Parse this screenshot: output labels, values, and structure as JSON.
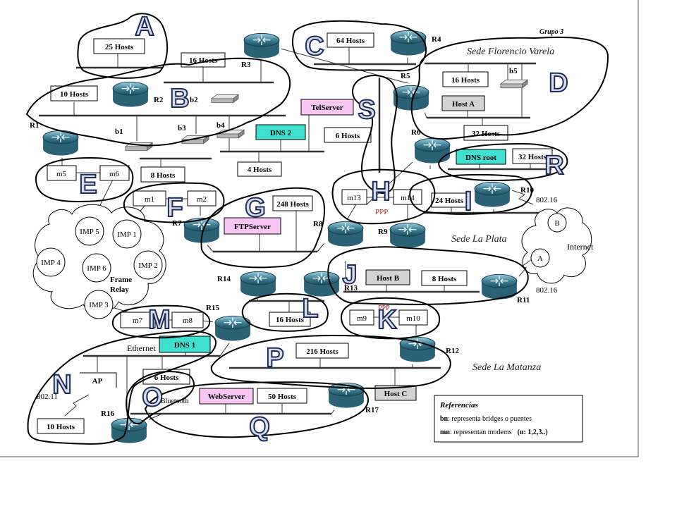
{
  "group": "Grupo 3",
  "sites": {
    "florencio_varela": "Sede Florencio Varela",
    "la_plata": "Sede La Plata",
    "la_matanza": "Sede La Matanza"
  },
  "zones": [
    "A",
    "B",
    "C",
    "D",
    "E",
    "F",
    "G",
    "H",
    "I",
    "J",
    "K",
    "L",
    "M",
    "N",
    "O",
    "P",
    "Q",
    "R",
    "S"
  ],
  "routers": [
    "R1",
    "R2",
    "R3",
    "R4",
    "R5",
    "R6",
    "R7",
    "R8",
    "R9",
    "R10",
    "R11",
    "R12",
    "R13",
    "R14",
    "R15",
    "R16",
    "R17"
  ],
  "bridges": [
    "b1",
    "b2",
    "b3",
    "b4",
    "b5"
  ],
  "hosts": {
    "h25": "25 Hosts",
    "h16a": "16 Hosts",
    "h64": "64 Hosts",
    "h16b": "16 Hosts",
    "h10a": "10 Hosts",
    "h6a": "6 Hosts",
    "h8a": "8 Hosts",
    "h4": "4 Hosts",
    "h32a": "32 Hosts",
    "h32b": "32 Hosts",
    "h24": "24 Hosts",
    "h248": "248 Hosts",
    "h8b": "8 Hosts",
    "h16c": "16 Hosts",
    "h216": "216 Hosts",
    "h6b": "6 Hosts",
    "h50": "50 Hosts",
    "h10b": "10 Hosts"
  },
  "servers": {
    "telserver": "TelServer",
    "dns2": "DNS 2",
    "hosta": "Host A",
    "dnsroot": "DNS root",
    "ftpserver": "FTPServer",
    "hostb": "Host B",
    "dns1": "DNS 1",
    "webserver": "WebServer",
    "hostc": "Host C",
    "ap": "AP"
  },
  "modems": [
    "m5",
    "m6",
    "m1",
    "m2",
    "m13",
    "m14",
    "m7",
    "m8",
    "m9",
    "m10"
  ],
  "frame_relay": {
    "imps": [
      "IMP 5",
      "IMP 1",
      "IMP 4",
      "IMP 6",
      "IMP 2",
      "IMP 3"
    ],
    "label_line1": "Frame",
    "label_line2": "Relay"
  },
  "internet": {
    "label": "Internet",
    "a": "A",
    "b": "B",
    "wifi1": "802.16",
    "wifi2": "802.16"
  },
  "links": {
    "ppp1": "PPP",
    "ppp2": "PPP",
    "ethernet": "Ethernet",
    "wifi": "802.11",
    "bluetooth": "Bluetooth"
  },
  "references": {
    "title": "Referencias",
    "line1_key": "bn",
    "line1_text": ": representa bridges o puentes",
    "line2_key": "mn",
    "line2_text": ": representan modems",
    "line2_note": "(n: 1,2,3..)"
  },
  "colors": {
    "teal": "#40e0d0",
    "pink": "#f7c6f2",
    "gray": "#d3d3d3"
  }
}
